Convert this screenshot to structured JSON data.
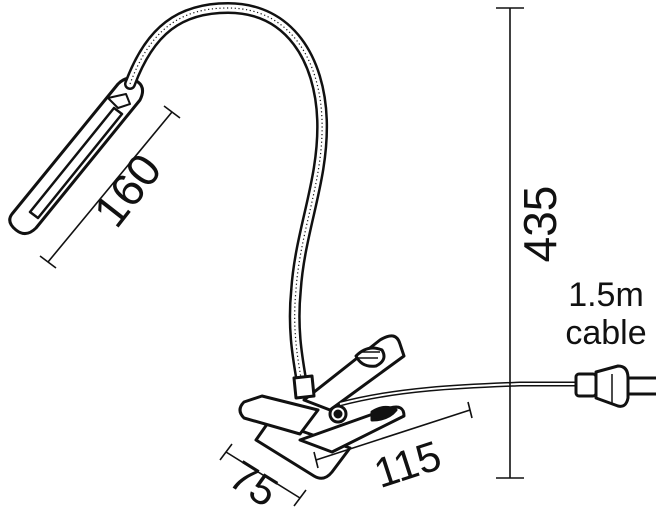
{
  "dimensions": {
    "head_length": "160",
    "total_height": "435",
    "clip_depth": "75",
    "clip_length": "115"
  },
  "cable": {
    "length": "1.5m",
    "word": "cable"
  },
  "colors": {
    "line": "#111111",
    "background": "#ffffff"
  }
}
